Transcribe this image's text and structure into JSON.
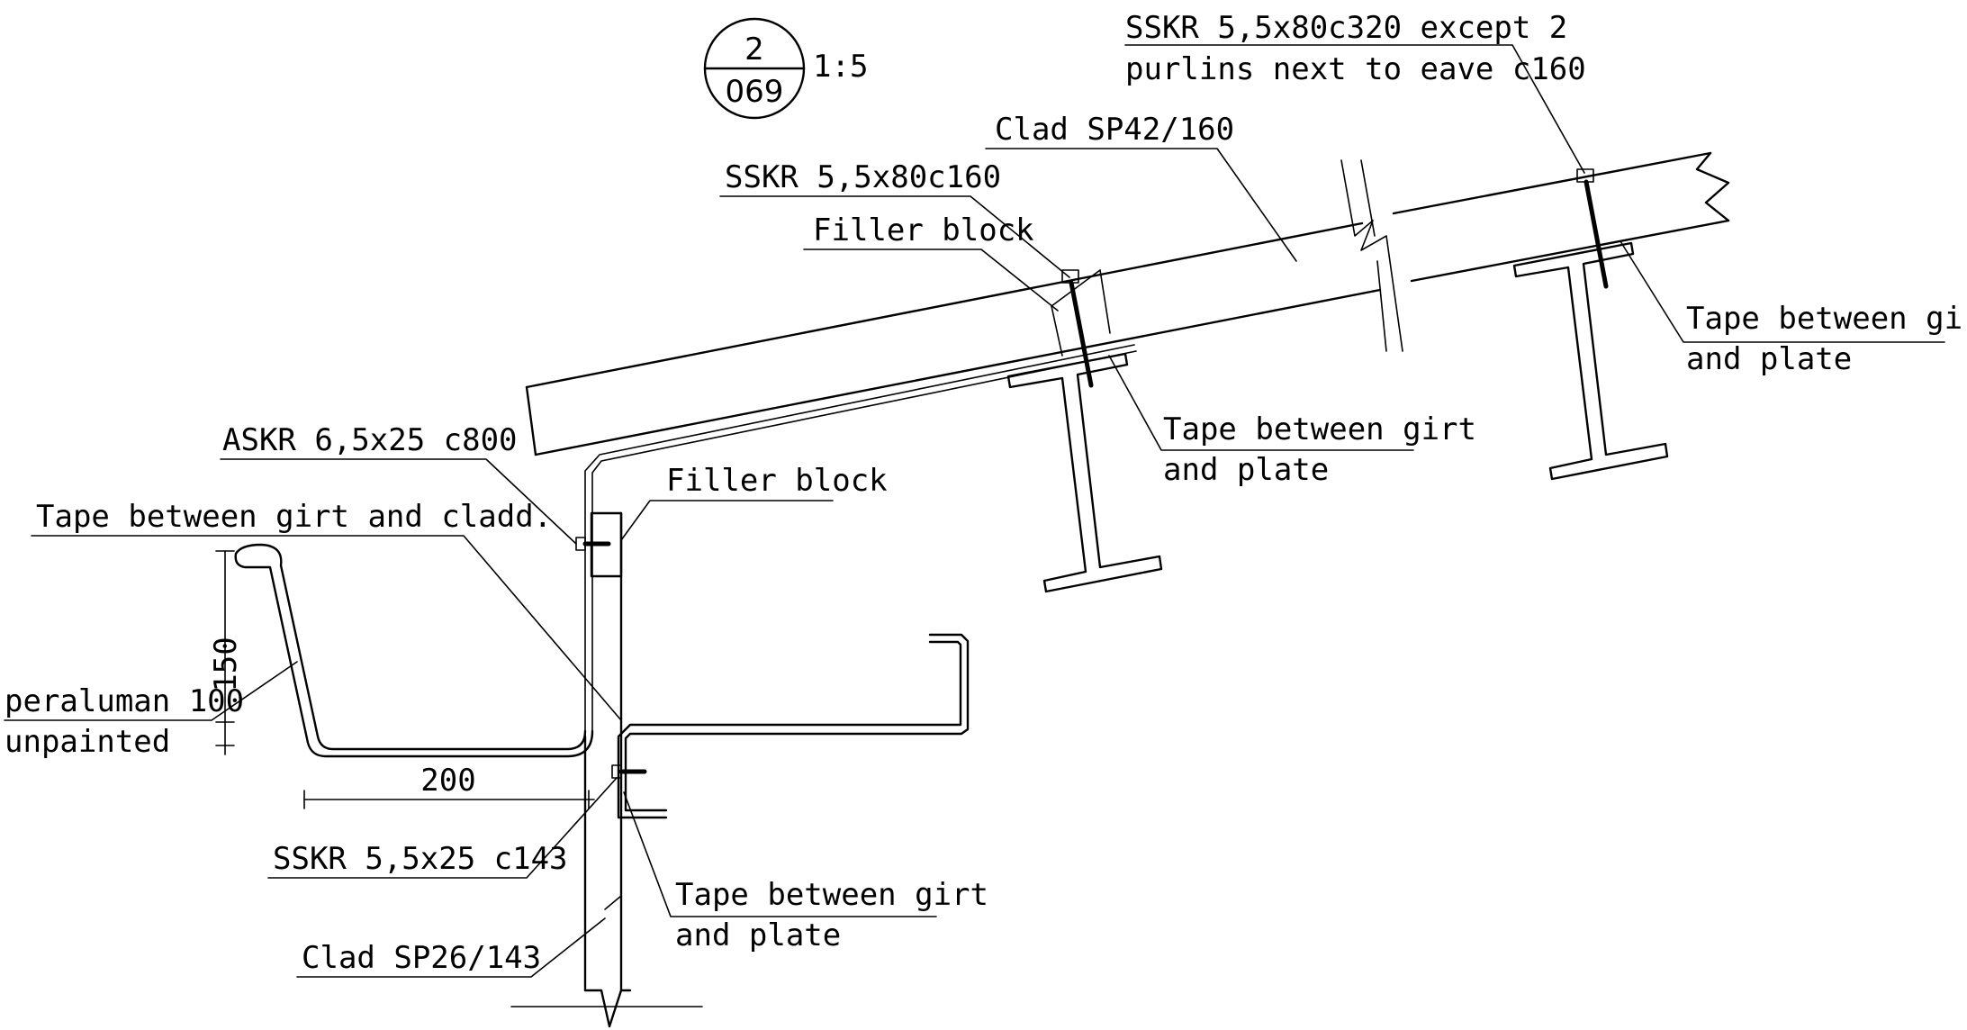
{
  "detail": {
    "number": "2",
    "sheet": "069",
    "scale": "1:5"
  },
  "labels": {
    "sskr_top": "SSKR 5,5x80c320 except 2",
    "sskr_top_2": "purlins next to eave c160",
    "clad_roof": "Clad SP42/160",
    "sskr_roof": "SSKR 5,5x80c160",
    "filler_roof": "Filler block",
    "tape_right_1": "Tape between girt",
    "tape_right_2": "and plate",
    "tape_mid_1": "Tape between girt",
    "tape_mid_2": "and plate",
    "askr": "ASKR 6,5x25 c800",
    "filler_wall": "Filler block",
    "tape_cladd": "Tape between girt and cladd.",
    "gutter_1": "peraluman 100",
    "gutter_2": "unpainted",
    "sskr_wall": "SSKR 5,5x25 c143",
    "tape_low_1": "Tape between girt",
    "tape_low_2": "and plate",
    "clad_wall": "Clad SP26/143"
  },
  "dimensions": {
    "height": "150",
    "width": "200"
  }
}
